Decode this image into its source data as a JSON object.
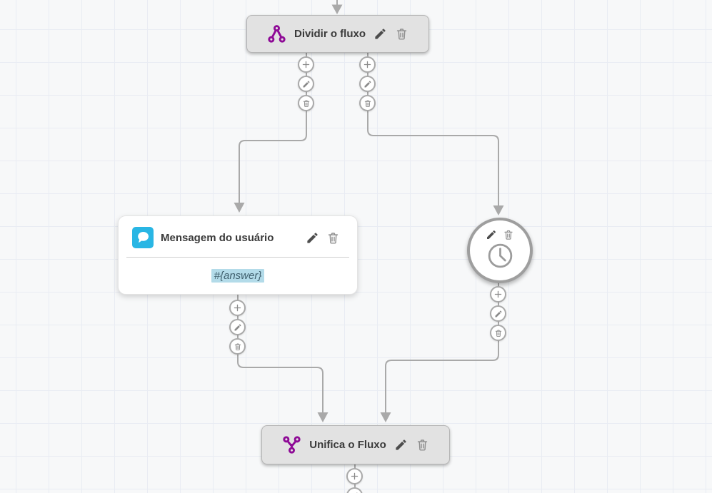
{
  "canvas": {
    "background": "#f7f8f9",
    "grid_line_color": "#e9ecf3",
    "connector_color": "#a9a9a9"
  },
  "colors": {
    "node_fill": "#e2e2e2",
    "node_border": "#b5b5b5",
    "accent_purple": "#8e0a96",
    "message_icon_blue": "#29b6e4",
    "variable_highlight": "#b3dbe9",
    "title_text": "#3a3a3a"
  },
  "nodes": {
    "split": {
      "label": "Dividir o fluxo",
      "icon": "split-flow-icon",
      "actions": [
        "edit",
        "delete"
      ]
    },
    "message": {
      "title": "Mensagem do usuário",
      "content": "#{answer}",
      "icon": "chat-bubble-icon",
      "actions": [
        "edit",
        "delete"
      ]
    },
    "delay": {
      "icon": "clock-icon",
      "actions": [
        "edit",
        "delete"
      ]
    },
    "merge": {
      "label": "Unifica o Fluxo",
      "icon": "merge-flow-icon",
      "actions": [
        "edit",
        "delete"
      ]
    }
  },
  "port_buttons": {
    "icons": [
      "plus",
      "pencil",
      "trash"
    ]
  }
}
